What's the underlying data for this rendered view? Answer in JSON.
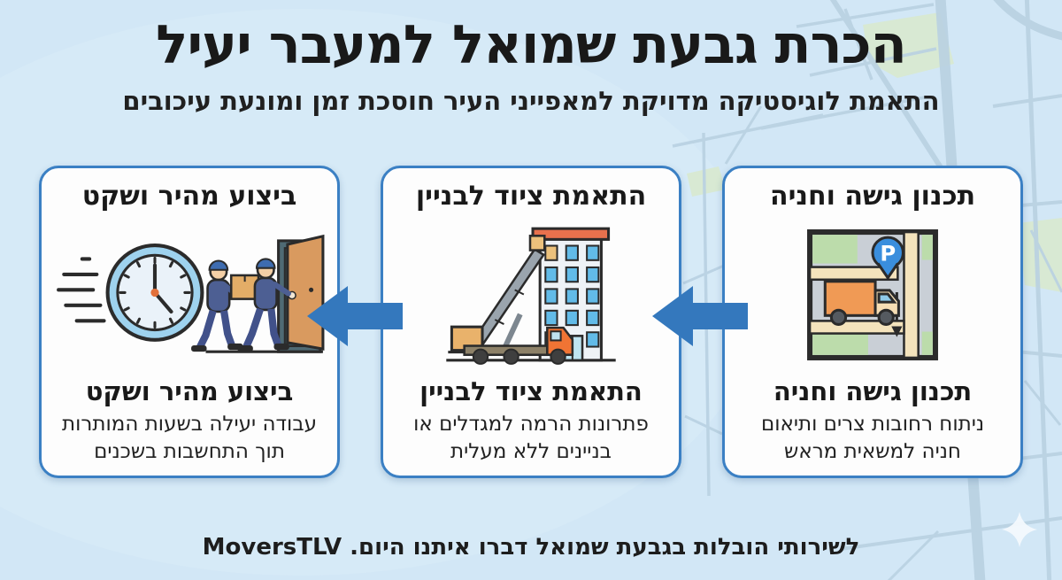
{
  "header": {
    "title": "הכרת גבעת שמואל למעבר יעיל",
    "subtitle": "התאמת לוגיסטיקה מדויקת למאפייני העיר חוסכת זמן ומונעת עיכובים"
  },
  "cards": [
    {
      "id": "access-parking",
      "top_title": "תכנון גישה וחניה",
      "icon": "truck-parking-map-icon",
      "icon_label": "P",
      "bottom_title": "תכנון גישה וחניה",
      "body": "ניתוח רחובות צרים ותיאום\nחניה למשאית מראש"
    },
    {
      "id": "equipment-building",
      "top_title": "התאמת ציוד לבניין",
      "icon": "crane-lift-building-icon",
      "bottom_title": "התאמת ציוד לבניין",
      "body": "פתרונות הרמה למגדלים או\nבניינים ללא מעלית"
    },
    {
      "id": "fast-quiet",
      "top_title": "ביצוע מהיר ושקט",
      "icon": "speed-clock-movers-door-icon",
      "bottom_title": "ביצוע מהיר ושקט",
      "body": "עבודה יעילה בשעות המותרות\nתוך התחשבות בשכנים"
    }
  ],
  "footer": {
    "cta": "לשירותי הובלות בגבעת שמואל דברו איתנו היום. MoversTLV"
  },
  "flow": {
    "direction": "right-to-left",
    "arrow_count": 2
  },
  "colors": {
    "background": "#d2e7f6",
    "map_line": "#b9d1e2",
    "map_green": "#d8e9d3",
    "card_bg": "#fdfdfd",
    "card_border": "#3b80c4",
    "arrow": "#3478bd",
    "text": "#191919",
    "truck_orange": "#f09a55",
    "pin_blue": "#3a8edd"
  }
}
